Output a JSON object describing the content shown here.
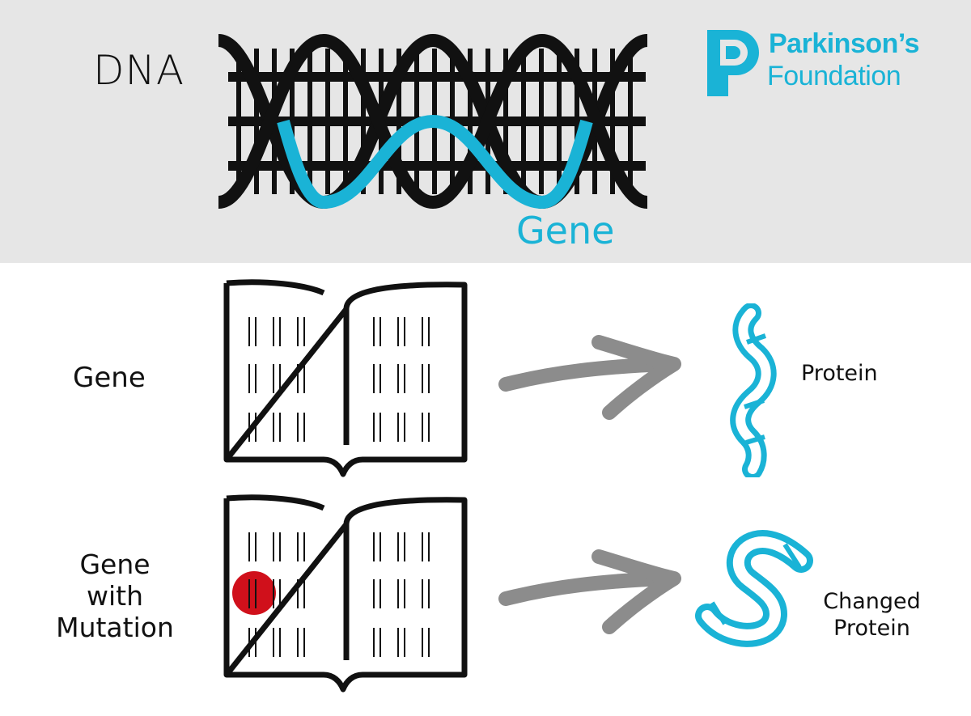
{
  "header": {
    "dna_label": "DNA",
    "gene_label": "Gene",
    "logo": {
      "line1": "Parkinson's",
      "line2": "Foundation",
      "icon": "parkinsons-p-logo-icon"
    }
  },
  "rows": {
    "normal": {
      "label": "Gene",
      "result": "Protein"
    },
    "mutation": {
      "label_lines": [
        "Gene",
        "with",
        "Mutation"
      ],
      "result_lines": [
        "Changed",
        "Protein"
      ]
    }
  },
  "colors": {
    "accent": "#1ab3d6",
    "mutation": "#d0101b",
    "arrow": "#8c8c8c",
    "band": "#e6e6e6"
  }
}
